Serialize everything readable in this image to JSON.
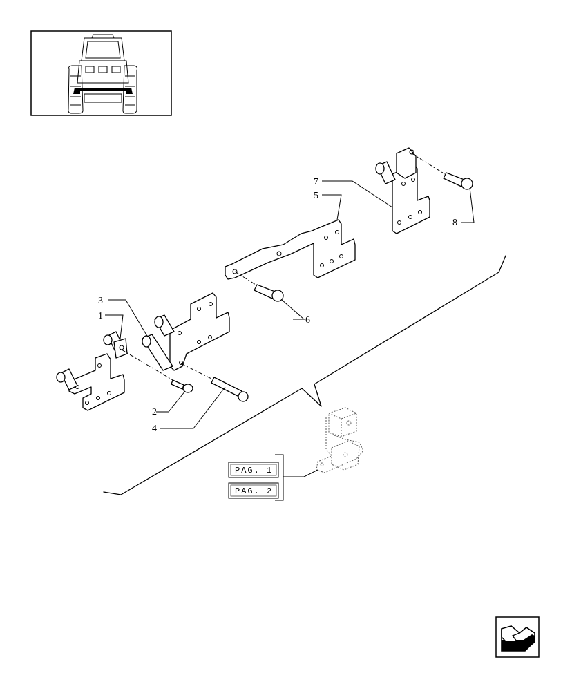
{
  "callouts": {
    "c1": "1",
    "c2": "2",
    "c3": "3",
    "c4": "4",
    "c5": "5",
    "c6": "6",
    "c7": "7",
    "c8": "8"
  },
  "page_refs": {
    "pag1": "PAG. 1",
    "pag2": "PAG. 2"
  },
  "icons": {
    "thumbnail": "tractor-front-view-icon",
    "nav": "back-arrow-icon"
  }
}
